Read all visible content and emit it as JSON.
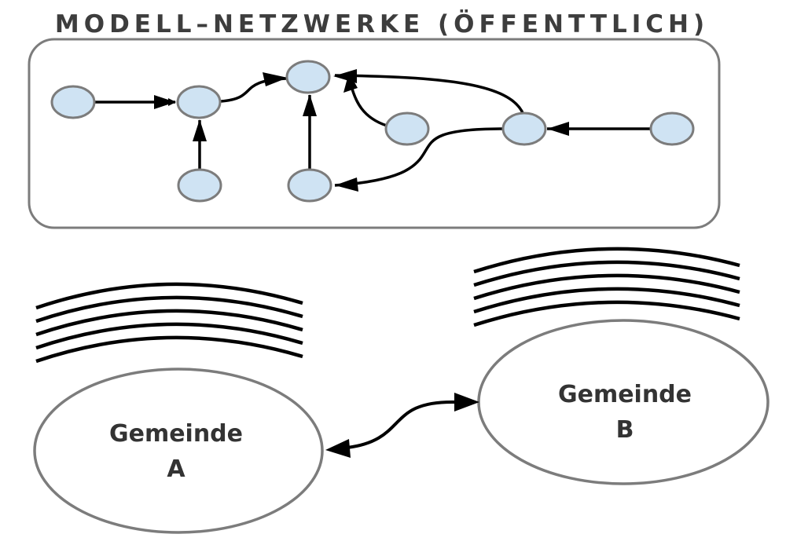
{
  "title": "MODELL–NETZWERKE (ÖFFENTTLICH)",
  "community_a": {
    "line1": "Gemeinde",
    "line2": "A"
  },
  "community_b": {
    "line1": "Gemeinde",
    "line2": "B"
  },
  "colors": {
    "node_fill": "#cfe3f3",
    "node_stroke": "#7c7c7c",
    "panel_stroke": "#7c7c7c",
    "arrow": "#000000",
    "text": "#333333"
  }
}
